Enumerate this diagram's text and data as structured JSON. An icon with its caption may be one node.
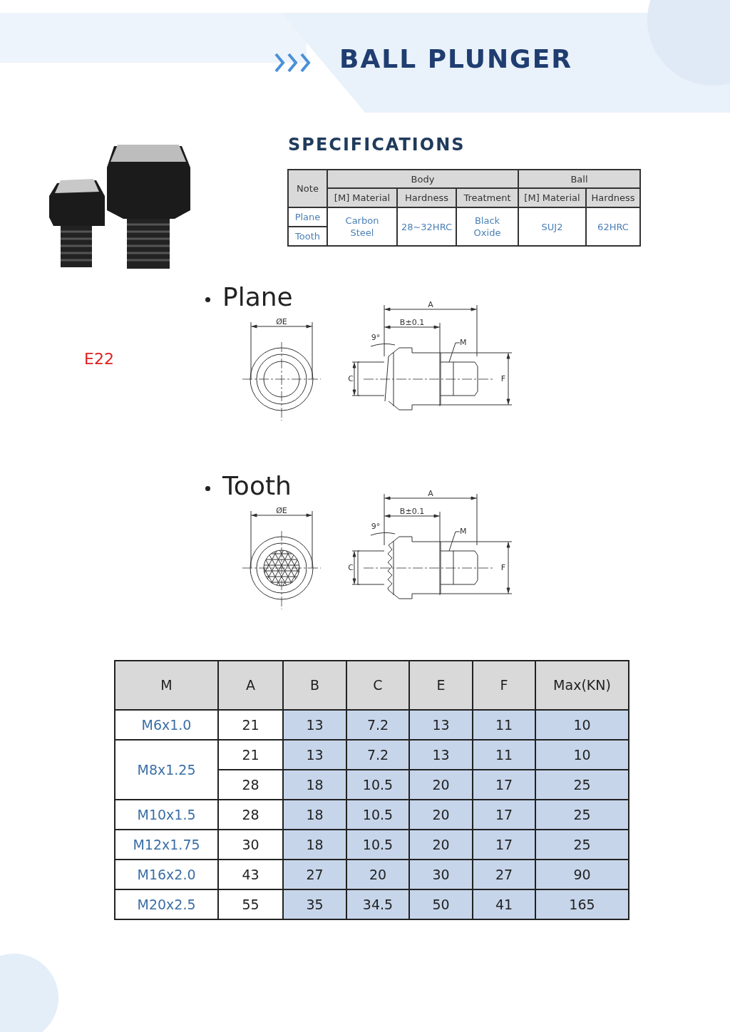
{
  "diagram": {
    "title": "BALL PLUNGER",
    "nodes": [
      {
        "text": [
          "M"
        ]
      },
      {
        "text": [
          "M"
        ]
      }
    ],
    "edges": [
      {
        "from": 0,
        "to": null,
        "arrow": "none"
      },
      {
        "from": 1,
        "to": null,
        "arrow": "none"
      }
    ],
    "labels": [
      "SPECIFICATIONS",
      "Note",
      "Body",
      "Ball",
      "[M] Material",
      "Hardness",
      "Treatment",
      "[M] Material",
      "Hardness",
      "Plane",
      "Carbon Steel",
      "28~32HRC",
      "Black Oxide",
      "SUJ2",
      "62HRC",
      "Tooth",
      "E22",
      "Plane",
      "ØE",
      "A",
      "B±0.1",
      "9°",
      "C",
      "F",
      "Tooth",
      "ØE",
      "A",
      "B±0.1",
      "9°",
      "C",
      "F",
      "M",
      "A",
      "B",
      "C",
      "E",
      "F",
      "Max(KN)",
      "M6x1.0",
      "21",
      "13",
      "7.2",
      "13",
      "11",
      "10",
      "M8x1.25",
      "21",
      "13",
      "7.2",
      "13",
      "11",
      "10",
      "28",
      "18",
      "10.5",
      "20",
      "17",
      "25",
      "M10x1.5",
      "28",
      "18",
      "10.5",
      "20",
      "17",
      "25",
      "M12x1.75",
      "30",
      "18",
      "10.5",
      "20",
      "17",
      "25",
      "M16x2.0",
      "43",
      "27",
      "20",
      "30",
      "27",
      "90",
      "M20x2.5",
      "55",
      "35",
      "34.5",
      "50",
      "41",
      "165"
    ]
  }
}
